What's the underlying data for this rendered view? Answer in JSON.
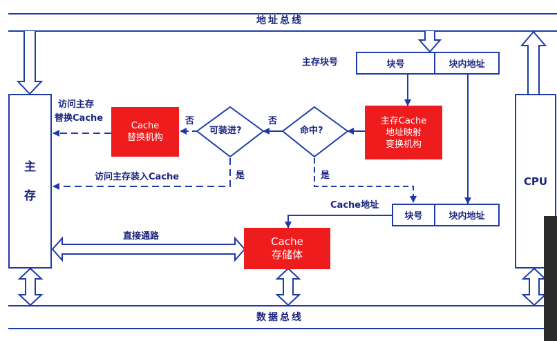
{
  "buses": {
    "address_bus": "地址总线",
    "data_bus": "数据总线"
  },
  "main_memory": {
    "label_top": "主",
    "label_bottom": "存"
  },
  "cpu": {
    "label": "CPU"
  },
  "main_memory_block_label": "主存块号",
  "main_address_fields": {
    "block_no": "块号",
    "block_offset": "块内地址"
  },
  "cache_address_label": "Cache地址",
  "cache_address_fields": {
    "block_no": "块号",
    "block_offset": "块内地址"
  },
  "mapping_unit": {
    "line1": "主存Cache",
    "line2": "地址映射",
    "line3": "变换机构"
  },
  "replacement_unit": {
    "line1": "Cache",
    "line2": "替换机构"
  },
  "cache_storage": {
    "line1": "Cache",
    "line2": "存储体"
  },
  "decisions": {
    "hit": "命中?",
    "loadable": "可装进?"
  },
  "edge_labels": {
    "hit_no": "否",
    "hit_yes": "是",
    "load_no": "否",
    "load_yes": "是",
    "replace_access": "访问主存",
    "replace_cache": "替换Cache",
    "load_into_cache": "访问主存装入Cache",
    "direct_path": "直接通路"
  },
  "colors": {
    "line": "#1e3aa8",
    "text": "#1a237e",
    "unit_fill": "#ee1c1c"
  }
}
